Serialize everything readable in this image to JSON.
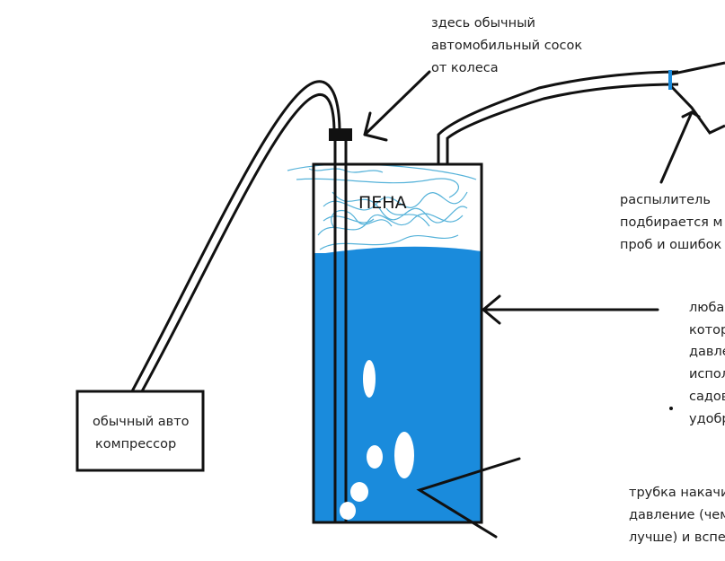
{
  "labels": {
    "nipple": [
      "здесь обычный",
      "автомобильный сосок",
      "от колеса"
    ],
    "sprayer": [
      "распылитель",
      "подбирается м",
      "проб и ошибок"
    ],
    "foam": "ПЕНА",
    "liquid": [
      "люба",
      "котор",
      "давле",
      "испол",
      "садов",
      "удобр"
    ],
    "compressor": [
      "обычный авто",
      "компрессор"
    ],
    "tube": [
      "трубка накачи",
      "давление (чем",
      "лучше) и вспе"
    ]
  },
  "colors": {
    "liquid": "#1a8bdc",
    "scribble": "#55b2d9",
    "outline": "#111111",
    "bubbles": "#ffffff"
  }
}
